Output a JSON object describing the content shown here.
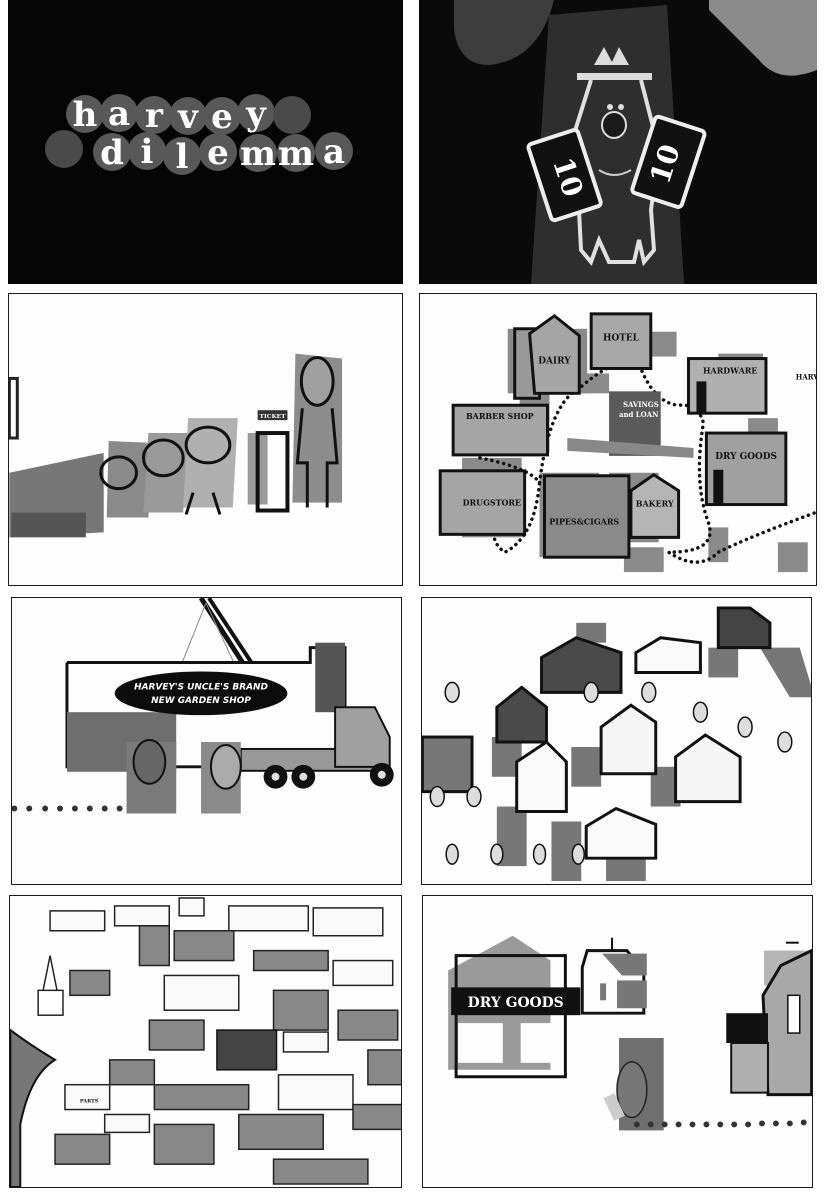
{
  "storyboard": {
    "panels": [
      {
        "id": 1,
        "scene": "title-card",
        "title_line_1": [
          "h",
          "a",
          "r",
          "v",
          "e",
          "y"
        ],
        "title_line_2": [
          "d",
          "i",
          "l",
          "e",
          "m",
          "m",
          "a"
        ],
        "background": "#050505"
      },
      {
        "id": 2,
        "scene": "character-holding-money",
        "bill_left_value": "10",
        "bill_right_value": "10",
        "background": "#0a0a0a"
      },
      {
        "id": 3,
        "scene": "queue-at-counter",
        "ticket_label": "TICKET"
      },
      {
        "id": 4,
        "scene": "town-map",
        "buildings": {
          "dairy": "DAIRY",
          "hotel": "HOTEL",
          "hardware": "HARDWARE",
          "harvey_partial": "HARV",
          "barber_shop": "BARBER SHOP",
          "savings_and_loan_line_1": "SAVINGS",
          "savings_and_loan_line_2": "and LOAN",
          "dry_goods": "DRY GOODS",
          "drugstore": "DRUGSTORE",
          "pipes_cigars": "PIPES&CIGARS",
          "bakery": "BAKERY"
        }
      },
      {
        "id": 5,
        "scene": "garden-shop-sign",
        "sign_line_1": "HARVEY'S UNCLE'S BRAND",
        "sign_line_2": "NEW GARDEN SHOP"
      },
      {
        "id": 6,
        "scene": "crowd-among-houses"
      },
      {
        "id": 7,
        "scene": "industrial-town",
        "shop_sign": "PARTS"
      },
      {
        "id": 8,
        "scene": "dry-goods-walk",
        "store_sign": "DRY GOODS"
      }
    ]
  },
  "colors": {
    "ink": "#111111",
    "gray_mid": "#7a7a7a",
    "gray_light": "#a8a8a8",
    "paper": "#fdfdfd",
    "title_bg": "#050505",
    "title_circle": "#5a5a5a"
  }
}
